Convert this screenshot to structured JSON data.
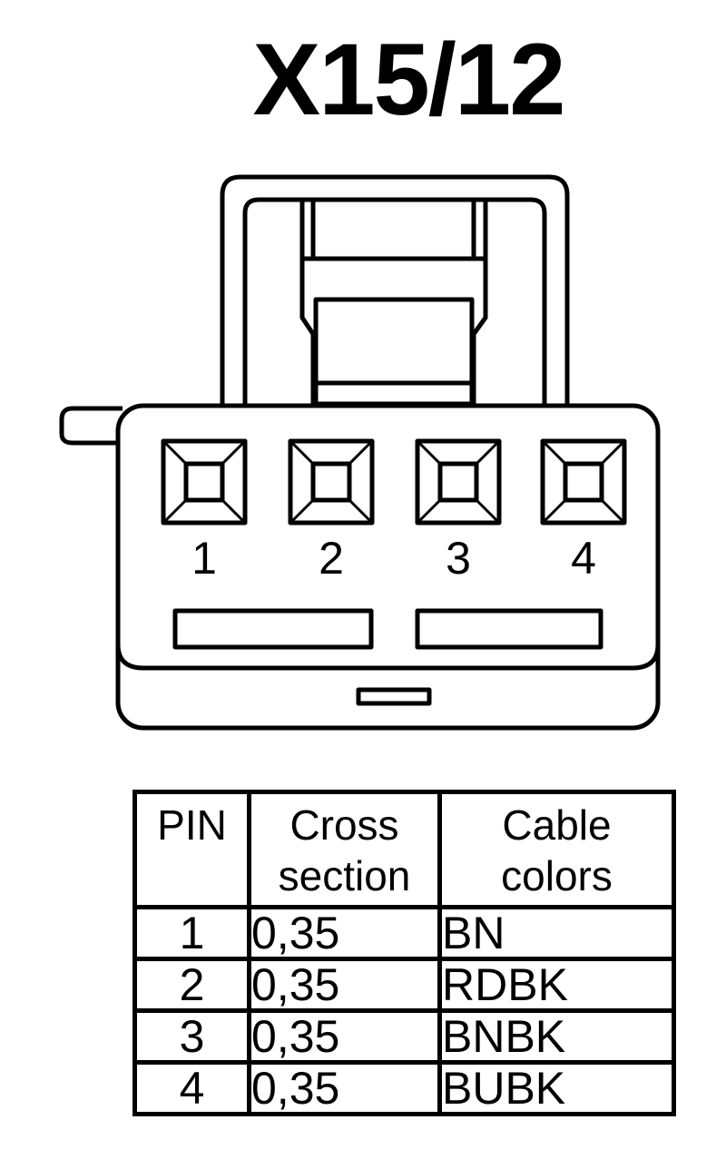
{
  "title": "X15/12",
  "connector": {
    "pin_labels": [
      "1",
      "2",
      "3",
      "4"
    ]
  },
  "table": {
    "headers": {
      "pin": "PIN",
      "cross_line1": "Cross",
      "cross_line2": "section",
      "color_line1": "Cable",
      "color_line2": "colors"
    },
    "rows": [
      {
        "pin": "1",
        "cross": "0,35",
        "color": "BN"
      },
      {
        "pin": "2",
        "cross": "0,35",
        "color": "RDBK"
      },
      {
        "pin": "3",
        "cross": "0,35",
        "color": "BNBK"
      },
      {
        "pin": "4",
        "cross": "0,35",
        "color": "BUBK"
      }
    ]
  }
}
